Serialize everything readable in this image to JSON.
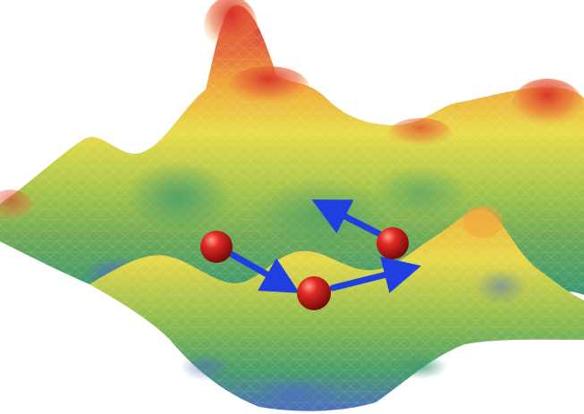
{
  "scene": {
    "background": "#ffffff",
    "palette": {
      "high": "#d9312b",
      "upper": "#f0a63a",
      "mid": "#e9dc4a",
      "lower": "#7bb24f",
      "valley": "#3f9a6e",
      "deep": "#4c6fbf"
    },
    "particles": [
      {
        "id": "left",
        "color": "#d81e1e"
      },
      {
        "id": "right",
        "color": "#d81e1e"
      },
      {
        "id": "center",
        "color": "#d81e1e"
      }
    ],
    "arrow_color": "#1f3fe0",
    "icons": [
      "particle-sphere",
      "velocity-arrow",
      "energy-surface"
    ]
  }
}
